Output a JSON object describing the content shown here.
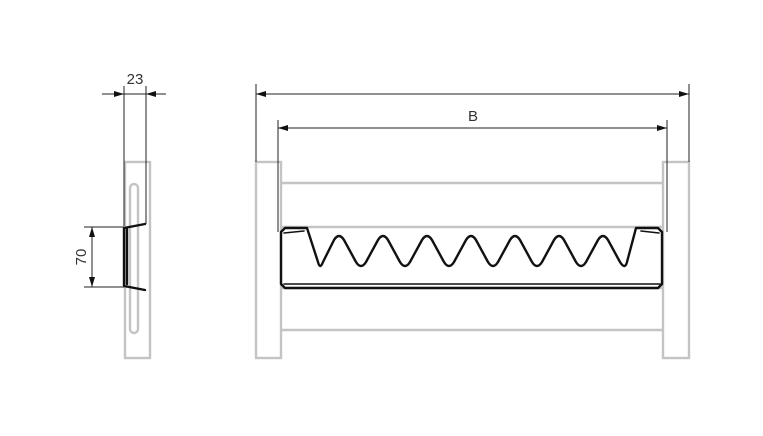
{
  "drawing": {
    "side_view": {
      "width_dimension": "23",
      "height_dimension": "70"
    },
    "front_view": {
      "width_dimension": "B"
    }
  },
  "colors": {
    "frame_gray": "#c4c4c4",
    "line_black": "#111111",
    "text": "#333333"
  }
}
